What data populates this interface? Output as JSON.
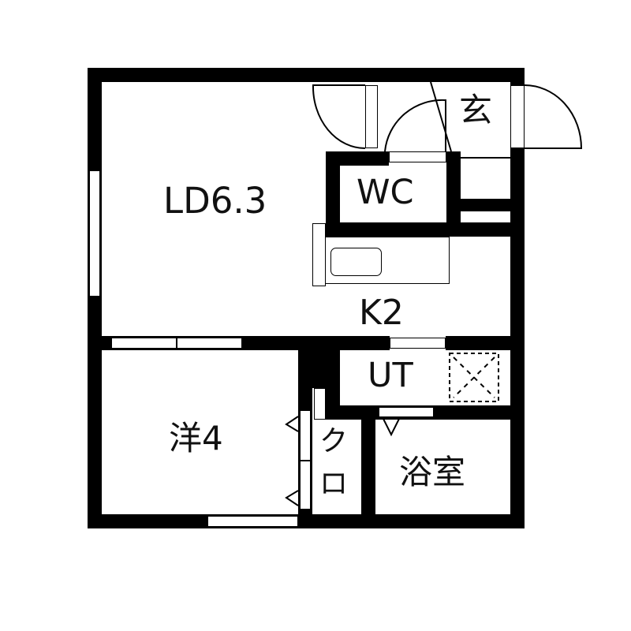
{
  "floor_plan": {
    "rooms": [
      {
        "id": "ld",
        "label": "LD6.3"
      },
      {
        "id": "k",
        "label": "K2"
      },
      {
        "id": "wc",
        "label": "WC"
      },
      {
        "id": "entrance",
        "label": "玄"
      },
      {
        "id": "ut",
        "label": "UT"
      },
      {
        "id": "western",
        "label": "洋4"
      },
      {
        "id": "closet_1",
        "label": "ク"
      },
      {
        "id": "closet_2",
        "label": "ロ"
      },
      {
        "id": "bath",
        "label": "浴室"
      }
    ],
    "colors": {
      "wall": "#000000",
      "background": "#ffffff"
    }
  }
}
